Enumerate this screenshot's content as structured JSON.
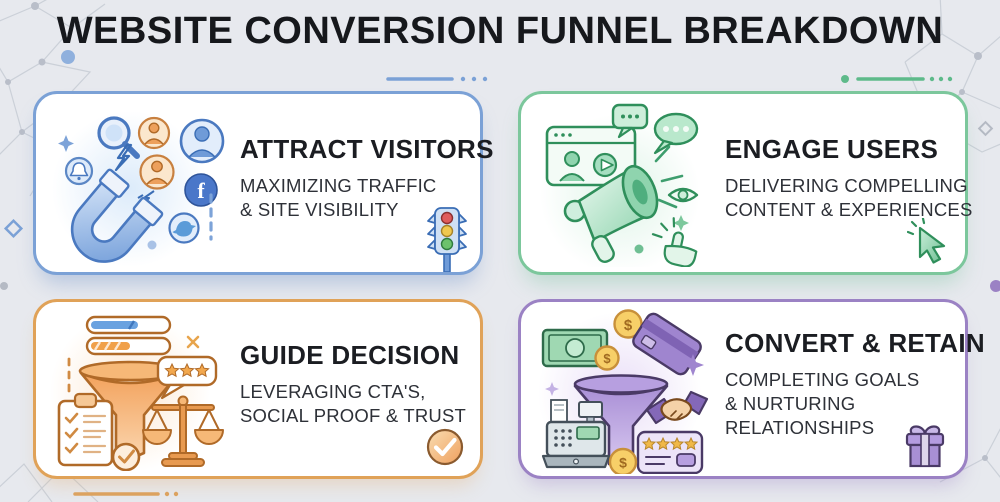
{
  "title": "WEBSITE CONVERSION FUNNEL BREAKDOWN",
  "glyphs": {
    "dollar": "$",
    "facebook_f": "f"
  },
  "cards": [
    {
      "id": "attract-visitors",
      "heading": "ATTRACT VISITORS",
      "subtitle": "MAXIMIZING TRAFFIC & SITE VISIBILITY",
      "subtitle_lines": [
        "MAXIMIZING TRAFFIC",
        "& SITE VISIBILITY"
      ],
      "accent": "#7ba1d6",
      "illustration": "magnet-attracting-social-media-users",
      "corner_icon": "traffic-light-icon"
    },
    {
      "id": "engage-users",
      "heading": "ENGAGE USERS",
      "subtitle": "DELIVERING COMPELLING CONTENT & EXPERIENCES",
      "subtitle_lines": [
        "DELIVERING COMPELLING",
        "CONTENT & EXPERIENCES"
      ],
      "accent": "#7cc79c",
      "illustration": "megaphone-with-video-and-chat",
      "corner_icon": "cursor-arrow-icon"
    },
    {
      "id": "guide-decision",
      "heading": "GUIDE DECISION",
      "subtitle": "LEVERAGING CTA'S, SOCIAL PROOF & TRUST",
      "subtitle_lines": [
        "LEVERAGING CTA'S,",
        "SOCIAL PROOF & TRUST"
      ],
      "accent": "#e0a258",
      "illustration": "funnel-scales-checklist-rating",
      "corner_icon": "check-circle-icon"
    },
    {
      "id": "convert-retain",
      "heading": "CONVERT & RETAIN",
      "subtitle": "COMPLETING GOALS & NURTURING RELATIONSHIPS",
      "subtitle_lines": [
        "COMPLETING GOALS",
        "& NURTURING",
        "RELATIONSHIPS"
      ],
      "accent": "#9b82c4",
      "illustration": "funnel-with-payments-and-handshake",
      "corner_icon": "gift-box-icon"
    }
  ]
}
